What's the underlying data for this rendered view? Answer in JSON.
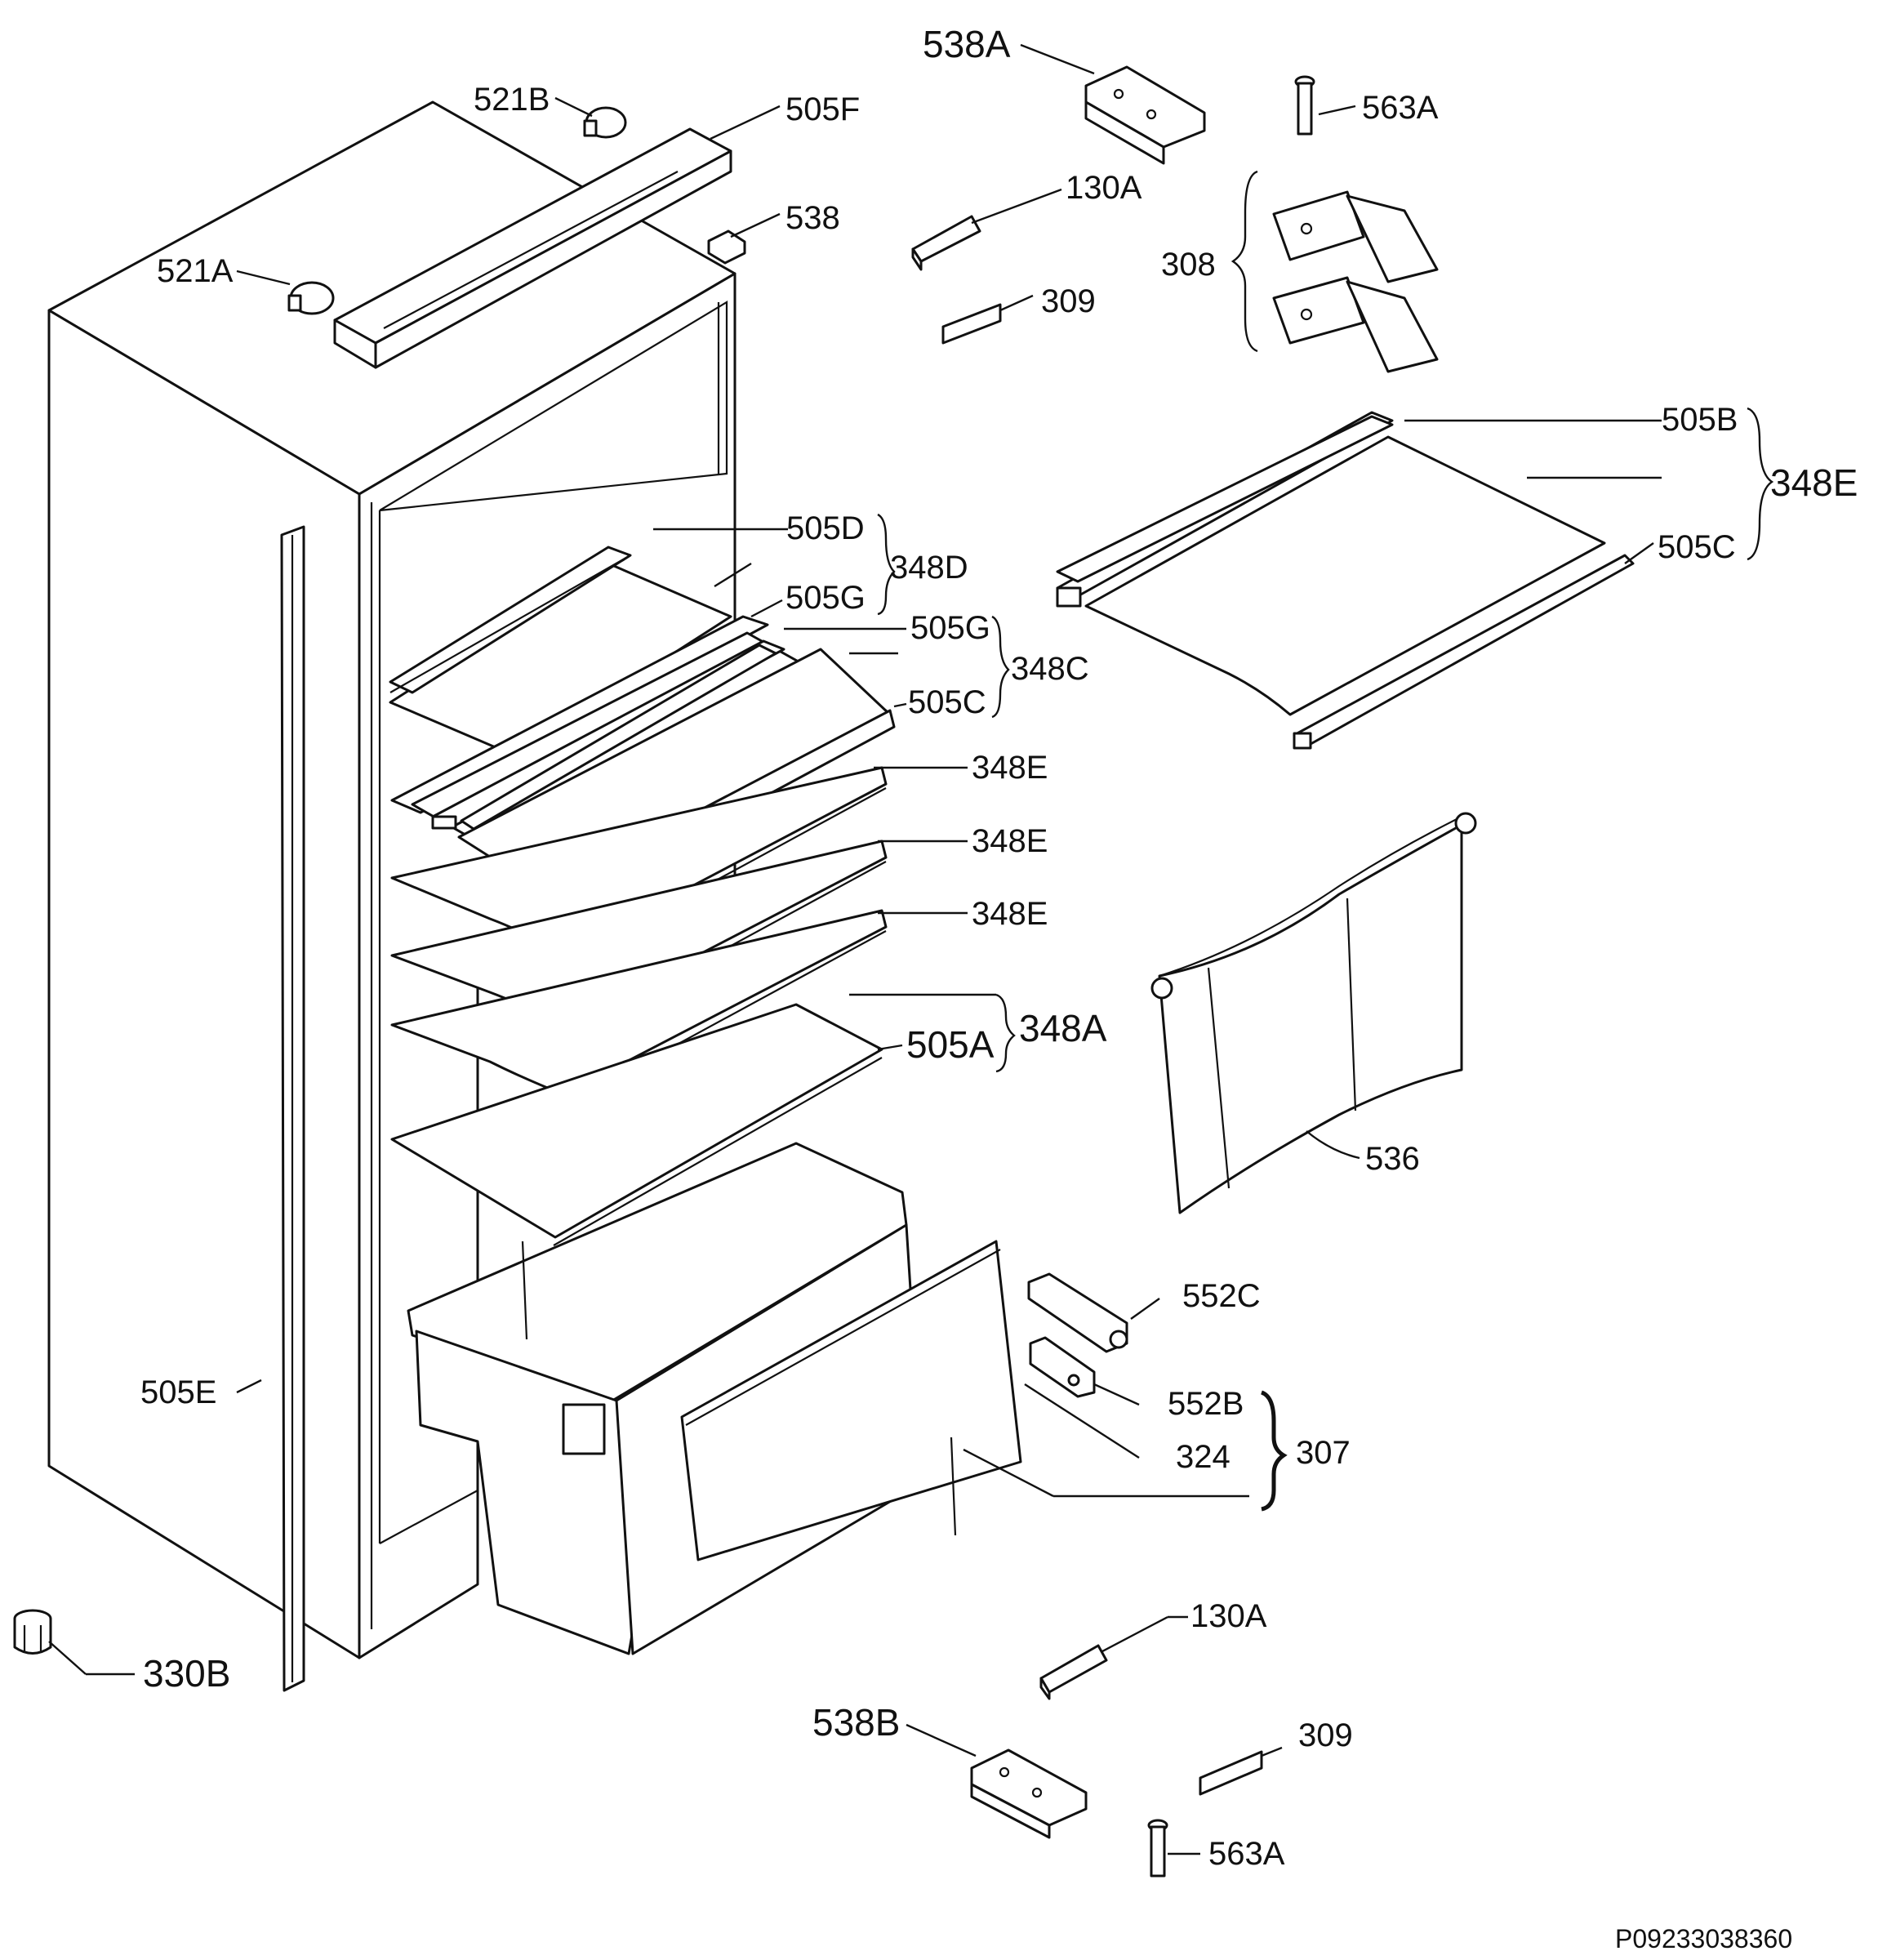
{
  "diagram": {
    "doc_code": "P09233038360",
    "labels": {
      "l538A_top": "538A",
      "l563A_top": "563A",
      "l521B": "521B",
      "l505F": "505F",
      "l130A_top": "130A",
      "l538": "538",
      "l521A": "521A",
      "l308": "308",
      "l309_top": "309",
      "l505B": "505B",
      "l348E_right": "348E",
      "l505C_right": "505C",
      "l505D": "505D",
      "l348D": "348D",
      "l505G_a": "505G",
      "l505G_b": "505G",
      "l348C": "348C",
      "l505C_mid": "505C",
      "l348E_1": "348E",
      "l348E_2": "348E",
      "l348E_3": "348E",
      "l348A": "348A",
      "l505A": "505A",
      "l536": "536",
      "l552C": "552C",
      "l552B": "552B",
      "l307": "307",
      "l324": "324",
      "l505E": "505E",
      "l330B": "330B",
      "l130A_bot": "130A",
      "l538B": "538B",
      "l309_bot": "309",
      "l563A_bot": "563A"
    }
  }
}
